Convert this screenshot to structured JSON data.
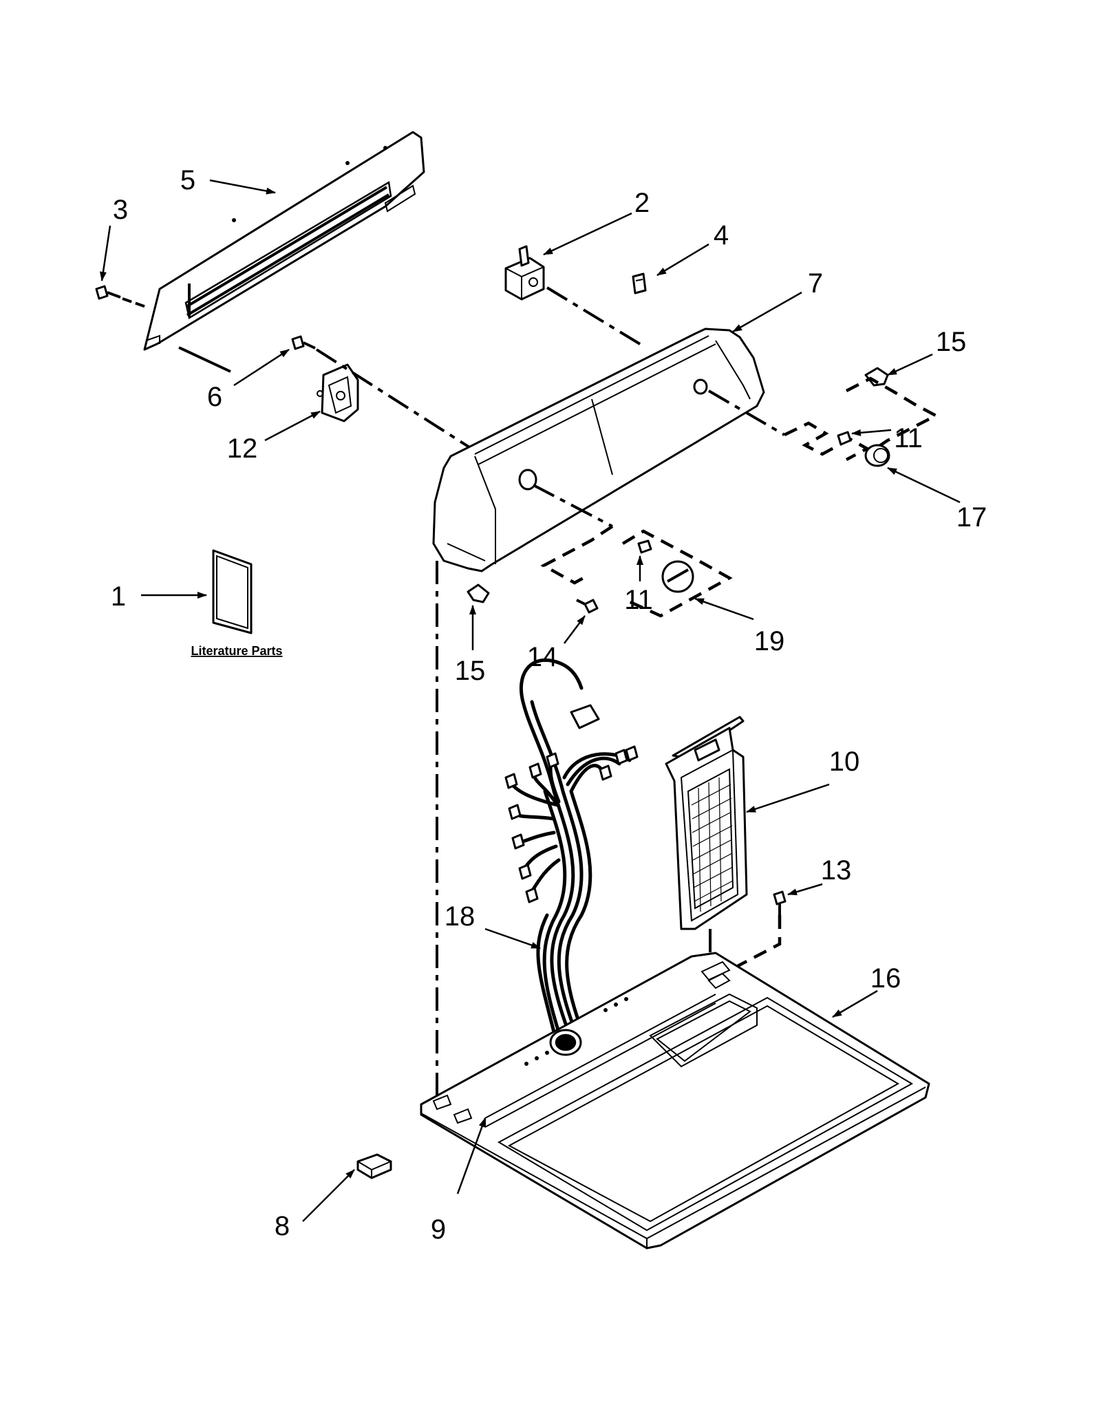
{
  "callouts": {
    "c1": "1",
    "c2": "2",
    "c3": "3",
    "c4": "4",
    "c5": "5",
    "c6": "6",
    "c7": "7",
    "c8": "8",
    "c9": "9",
    "c10": "10",
    "c11a": "11",
    "c11b": "11",
    "c12": "12",
    "c13": "13",
    "c14": "14",
    "c15a": "15",
    "c15b": "15",
    "c16": "16",
    "c17": "17",
    "c18": "18",
    "c19": "19"
  },
  "literature_label": "Literature Parts"
}
